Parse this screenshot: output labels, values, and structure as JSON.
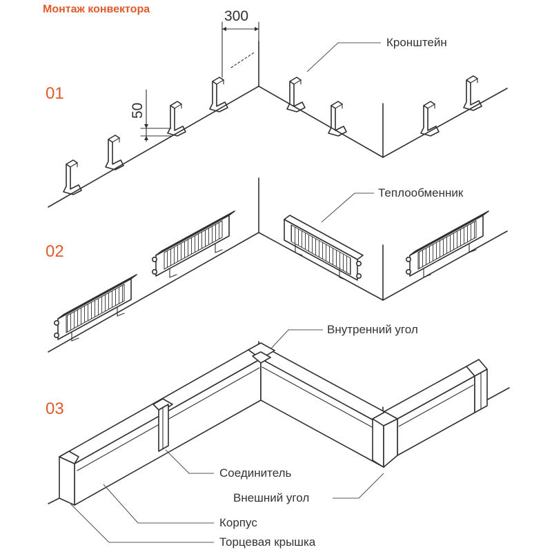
{
  "title": "Монтаж конвектора",
  "accent_color": "#e05a2b",
  "line_color": "#2f2f2f",
  "steps": [
    {
      "number": "01"
    },
    {
      "number": "02"
    },
    {
      "number": "03"
    }
  ],
  "dimensions": {
    "spacing": "300",
    "height": "50"
  },
  "labels": {
    "bracket": "Кронштейн",
    "heat_exchanger": "Теплообменник",
    "inner_corner": "Внутренний угол",
    "connector": "Соединитель",
    "outer_corner": "Внешний угол",
    "body": "Корпус",
    "end_cap": "Торцевая крышка"
  }
}
